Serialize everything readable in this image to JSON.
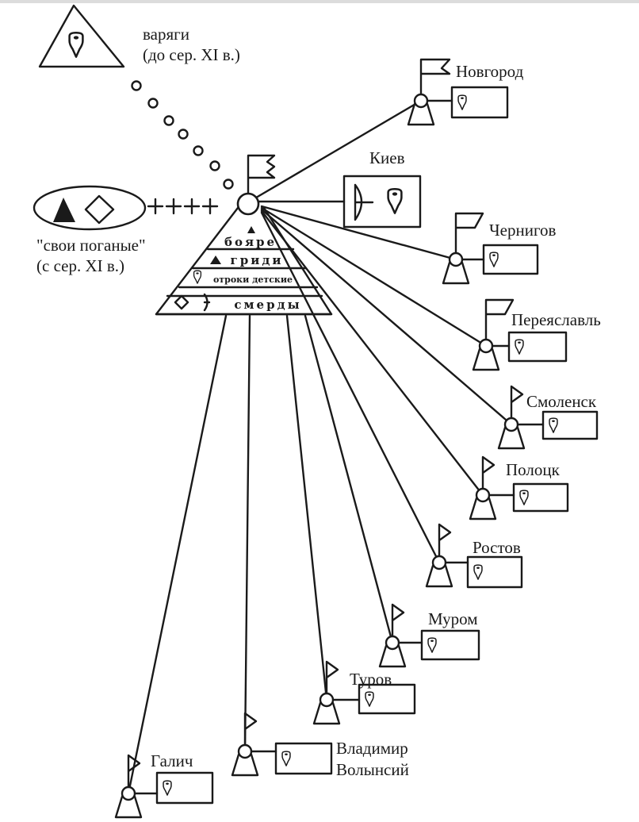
{
  "legend": {
    "varangians": {
      "line1": "варяги",
      "line2": "(до сер. XI в.)",
      "icon": "shield-in-triangle-icon"
    },
    "own_pagans": {
      "line1": "\"свои поганые\"",
      "line2": "(с сер. XI в.)",
      "icons": [
        "filled-triangle-icon",
        "diamond-icon"
      ]
    }
  },
  "pyramid": {
    "levels": [
      {
        "label": "бояре",
        "icon": "filled-triangle-icon"
      },
      {
        "label": "гриди",
        "icon": "filled-triangle-icon"
      },
      {
        "label": "отроки детские",
        "icon": "shield-icon"
      },
      {
        "label": "смерды",
        "icons": [
          "diamond-icon",
          "bow-icon"
        ]
      }
    ]
  },
  "capital": {
    "label": "Киев",
    "icons": [
      "bow-icon",
      "shield-icon"
    ]
  },
  "cities": [
    {
      "name": "Новгород"
    },
    {
      "name": "Чернигов"
    },
    {
      "name": "Переяславль"
    },
    {
      "name": "Смоленск"
    },
    {
      "name": "Полоцк"
    },
    {
      "name": "Ростов"
    },
    {
      "name": "Муром"
    },
    {
      "name": "Туров"
    },
    {
      "name": "Владимир",
      "name2": "Волынсий"
    },
    {
      "name": "Галич"
    }
  ],
  "connectors": {
    "varangians_link": "dotted-circles",
    "pagans_link": "++++"
  }
}
